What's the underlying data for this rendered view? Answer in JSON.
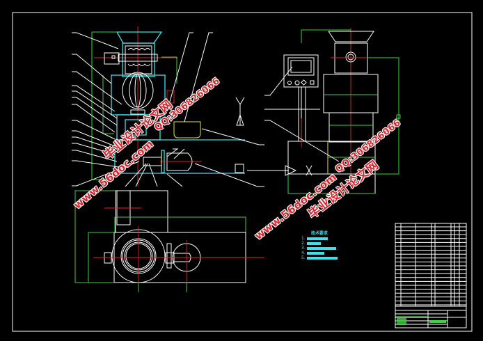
{
  "drawing": {
    "colors": {
      "background": "#000000",
      "outline": "#ffffff",
      "dimension": "#3fd13f",
      "section": "#3fe0e8",
      "centerline": "#e0242a",
      "watermark": "#d8262e"
    },
    "technical_notes": {
      "title": "技术要求",
      "items": [
        "1.",
        "2.",
        "3.",
        "4.",
        "5."
      ]
    }
  },
  "watermarks": {
    "site_name": "毕业设计论文网",
    "url": "www.56doc.com",
    "qq": "QQ:306826066"
  }
}
